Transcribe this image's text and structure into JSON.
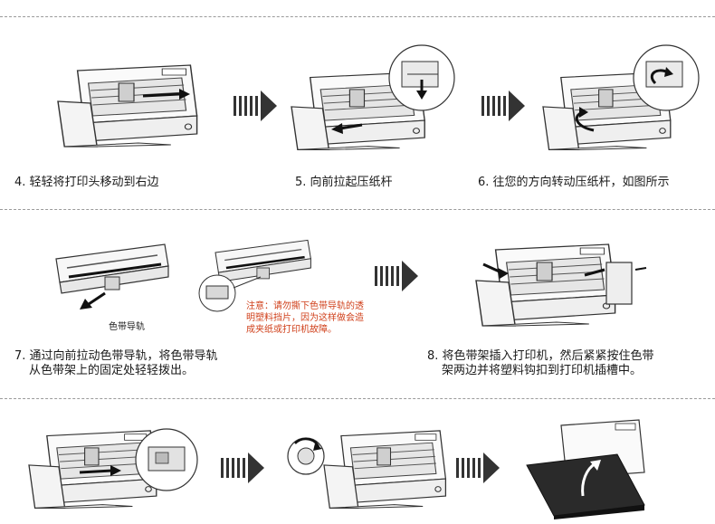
{
  "steps": {
    "s4": {
      "num": "4.",
      "text": "轻轻将打印头移动到右边"
    },
    "s5": {
      "num": "5.",
      "text": "向前拉起压纸杆"
    },
    "s6": {
      "num": "6.",
      "text": "往您的方向转动压纸杆，如图所示"
    },
    "s7": {
      "num": "7.",
      "line1": "通过向前拉动色带导轨，将色带导轨",
      "line2": "从色带架上的固定处轻轻拨出。"
    },
    "s8": {
      "num": "8.",
      "line1": "将色带架插入打印机，然后紧紧按住色带",
      "line2": "架两边并将塑料钩扣到打印机插槽中。"
    }
  },
  "labels": {
    "ribbon_guide": "色带导轨"
  },
  "note": {
    "line1": "注意：请勿撕下色带导轨的透",
    "line2": "明塑料挡片，因为这样做会造",
    "line3": "成夹纸或打印机故障。"
  },
  "colors": {
    "note": "#d0401b",
    "arrow": "#333333",
    "dash": "#9a9a9a"
  },
  "icons": [
    "printer-illustration",
    "step-arrow-icon",
    "ribbon-cartridge-illustration",
    "knob-illustration"
  ]
}
